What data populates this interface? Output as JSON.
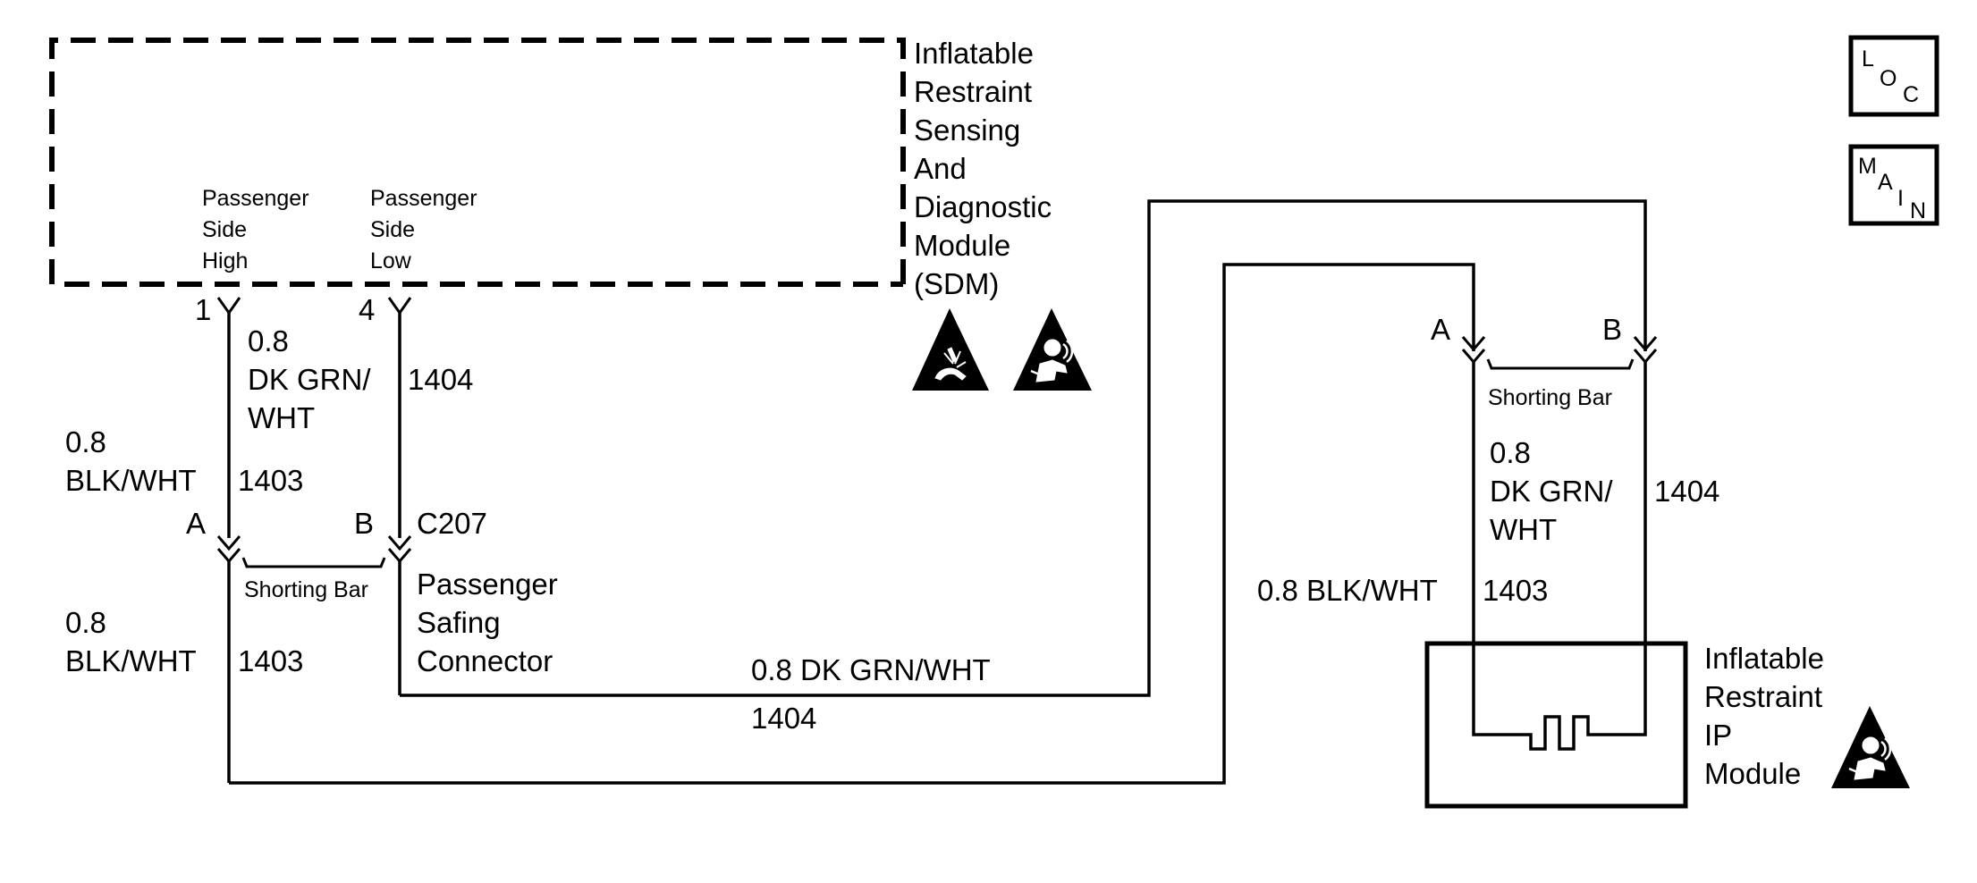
{
  "sdm": {
    "title_lines": [
      "Inflatable",
      "Restraint",
      "Sensing",
      "And",
      "Diagnostic",
      "Module",
      "(SDM)"
    ],
    "pin1": {
      "number": "1",
      "label_lines": [
        "Passenger",
        "Side",
        "High"
      ]
    },
    "pin4": {
      "number": "4",
      "label_lines": [
        "Passenger",
        "Side",
        "Low"
      ]
    }
  },
  "wires": {
    "upper_dkgrn": {
      "lines": [
        "0.8",
        "DK GRN/",
        "WHT"
      ],
      "circuit": "1404"
    },
    "upper_blkwht": {
      "lines": [
        "0.8",
        "BLK/WHT"
      ],
      "circuit": "1403"
    },
    "lower_blkwht": {
      "lines": [
        "0.8",
        "BLK/WHT"
      ],
      "circuit": "1403"
    },
    "horizontal_dkgrn": {
      "label": "0.8 DK GRN/WHT",
      "circuit": "1404"
    },
    "right_dkgrn": {
      "lines": [
        "0.8",
        "DK GRN/",
        "WHT"
      ],
      "circuit": "1404"
    },
    "right_blkwht": {
      "label": "0.8 BLK/WHT",
      "circuit": "1403"
    }
  },
  "connector_c207": {
    "id": "C207",
    "pin_a": "A",
    "pin_b": "B",
    "shorting_bar": "Shorting Bar",
    "name_lines": [
      "Passenger",
      "Safing",
      "Connector"
    ]
  },
  "ip_module_connector": {
    "pin_a": "A",
    "pin_b": "B",
    "shorting_bar": "Shorting Bar"
  },
  "ip_module": {
    "name_lines": [
      "Inflatable",
      "Restraint",
      "IP",
      "Module"
    ]
  },
  "nav": {
    "loc": {
      "letters": [
        "L",
        "O",
        "C"
      ]
    },
    "main": {
      "letters": [
        "M",
        "A",
        "I",
        "N"
      ]
    }
  },
  "icons": [
    "esd-sensitive-icon",
    "airbag-warning-icon",
    "airbag-warning-icon"
  ]
}
